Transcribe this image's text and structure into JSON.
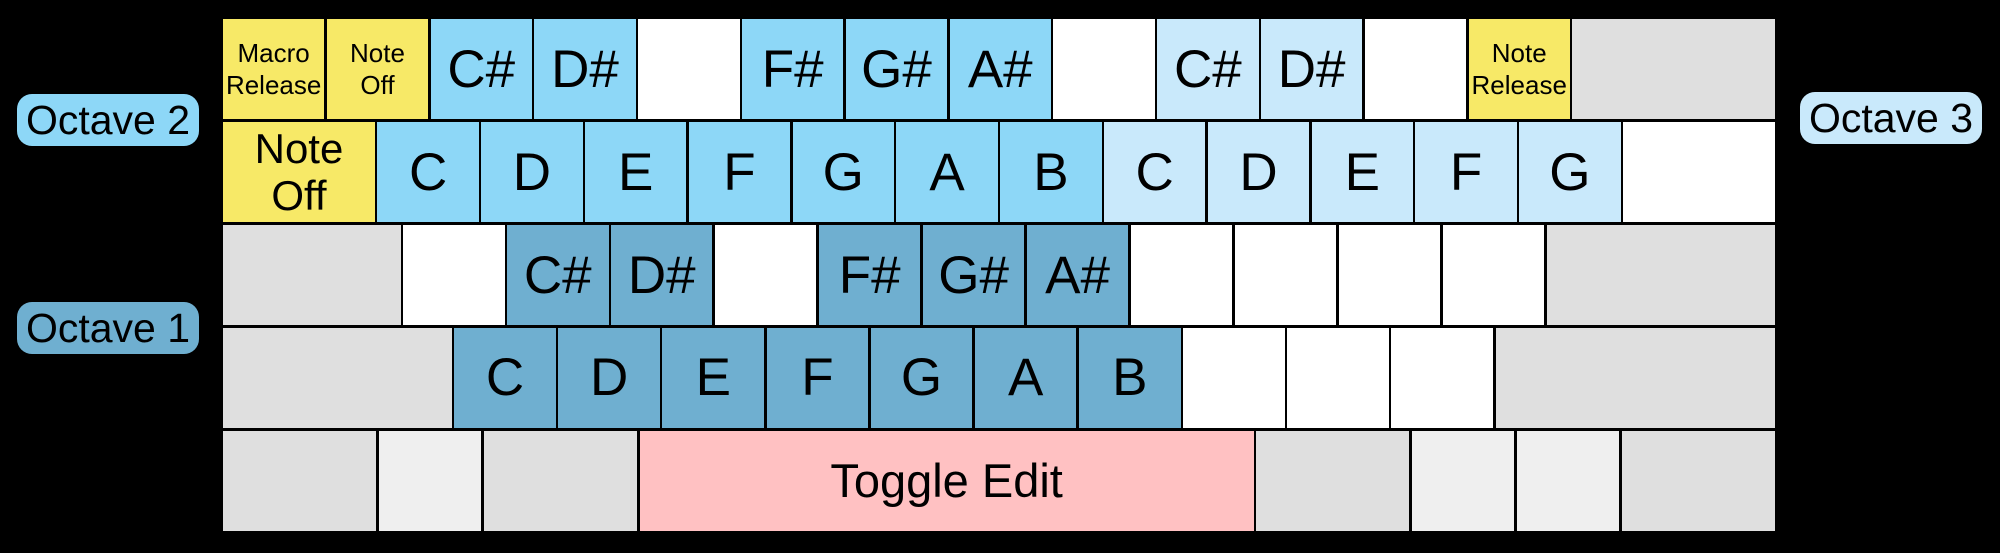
{
  "colors": {
    "background": "#000000",
    "key_text": "#000000",
    "yellow": "#F7E967",
    "octave1_blue": "#6FAFD0",
    "octave2_blue": "#8DD7F7",
    "octave3_blue": "#C9E9FB",
    "gray": "#DFDFDF",
    "gray_light": "#EFEFEF",
    "pink": "#FFC1C2",
    "white": "#FFFFFF"
  },
  "badges": {
    "octave1": {
      "label": "Octave 1"
    },
    "octave2": {
      "label": "Octave 2"
    },
    "octave3": {
      "label": "Octave 3"
    }
  },
  "keyboard": {
    "rows": [
      {
        "name": "number-row",
        "keys": [
          {
            "u": 1,
            "color": "yellow",
            "style": "small",
            "label": "Macro\nRelease",
            "name": "key-macro-release"
          },
          {
            "u": 1,
            "color": "yellow",
            "style": "small",
            "label": "Note\nOff",
            "name": "key-note-off-top"
          },
          {
            "u": 1,
            "color": "octave2",
            "style": "note",
            "label": "C#",
            "name": "key-csharp-octave2"
          },
          {
            "u": 1,
            "color": "octave2",
            "style": "note",
            "label": "D#",
            "name": "key-dsharp-octave2"
          },
          {
            "u": 1,
            "color": "white",
            "label": "",
            "name": "key-unmapped"
          },
          {
            "u": 1,
            "color": "octave2",
            "style": "note",
            "label": "F#",
            "name": "key-fsharp-octave2"
          },
          {
            "u": 1,
            "color": "octave2",
            "style": "note",
            "label": "G#",
            "name": "key-gsharp-octave2"
          },
          {
            "u": 1,
            "color": "octave2",
            "style": "note",
            "label": "A#",
            "name": "key-asharp-octave2"
          },
          {
            "u": 1,
            "color": "white",
            "label": "",
            "name": "key-unmapped"
          },
          {
            "u": 1,
            "color": "octave3",
            "style": "note",
            "label": "C#",
            "name": "key-csharp-octave3"
          },
          {
            "u": 1,
            "color": "octave3",
            "style": "note",
            "label": "D#",
            "name": "key-dsharp-octave3"
          },
          {
            "u": 1,
            "color": "white",
            "label": "",
            "name": "key-unmapped"
          },
          {
            "u": 1,
            "color": "yellow",
            "style": "small",
            "label": "Note\nRelease",
            "name": "key-note-release"
          },
          {
            "u": 2,
            "color": "gray",
            "label": "",
            "name": "key-modifier-unmapped"
          }
        ]
      },
      {
        "name": "top-letter-row",
        "keys": [
          {
            "u": 1.5,
            "color": "yellow",
            "style": "tab",
            "label": "Note\nOff",
            "name": "key-note-off"
          },
          {
            "u": 1,
            "color": "octave2",
            "style": "note",
            "label": "C",
            "name": "key-c-octave2"
          },
          {
            "u": 1,
            "color": "octave2",
            "style": "note",
            "label": "D",
            "name": "key-d-octave2"
          },
          {
            "u": 1,
            "color": "octave2",
            "style": "note",
            "label": "E",
            "name": "key-e-octave2"
          },
          {
            "u": 1,
            "color": "octave2",
            "style": "note",
            "label": "F",
            "name": "key-f-octave2"
          },
          {
            "u": 1,
            "color": "octave2",
            "style": "note",
            "label": "G",
            "name": "key-g-octave2"
          },
          {
            "u": 1,
            "color": "octave2",
            "style": "note",
            "label": "A",
            "name": "key-a-octave2"
          },
          {
            "u": 1,
            "color": "octave2",
            "style": "note",
            "label": "B",
            "name": "key-b-octave2"
          },
          {
            "u": 1,
            "color": "octave3",
            "style": "note",
            "label": "C",
            "name": "key-c-octave3"
          },
          {
            "u": 1,
            "color": "octave3",
            "style": "note",
            "label": "D",
            "name": "key-d-octave3"
          },
          {
            "u": 1,
            "color": "octave3",
            "style": "note",
            "label": "E",
            "name": "key-e-octave3"
          },
          {
            "u": 1,
            "color": "octave3",
            "style": "note",
            "label": "F",
            "name": "key-f-octave3"
          },
          {
            "u": 1,
            "color": "octave3",
            "style": "note",
            "label": "G",
            "name": "key-g-octave3"
          },
          {
            "u": 1.5,
            "color": "white",
            "label": "",
            "name": "key-unmapped"
          }
        ]
      },
      {
        "name": "home-row",
        "keys": [
          {
            "u": 1.75,
            "color": "gray",
            "label": "",
            "name": "key-modifier-unmapped"
          },
          {
            "u": 1,
            "color": "white",
            "label": "",
            "name": "key-unmapped"
          },
          {
            "u": 1,
            "color": "octave1",
            "style": "note",
            "label": "C#",
            "name": "key-csharp-octave1"
          },
          {
            "u": 1,
            "color": "octave1",
            "style": "note",
            "label": "D#",
            "name": "key-dsharp-octave1"
          },
          {
            "u": 1,
            "color": "white",
            "label": "",
            "name": "key-unmapped"
          },
          {
            "u": 1,
            "color": "octave1",
            "style": "note",
            "label": "F#",
            "name": "key-fsharp-octave1"
          },
          {
            "u": 1,
            "color": "octave1",
            "style": "note",
            "label": "G#",
            "name": "key-gsharp-octave1"
          },
          {
            "u": 1,
            "color": "octave1",
            "style": "note",
            "label": "A#",
            "name": "key-asharp-octave1"
          },
          {
            "u": 1,
            "color": "white",
            "label": "",
            "name": "key-unmapped"
          },
          {
            "u": 1,
            "color": "white",
            "label": "",
            "name": "key-unmapped"
          },
          {
            "u": 1,
            "color": "white",
            "label": "",
            "name": "key-unmapped"
          },
          {
            "u": 1,
            "color": "white",
            "label": "",
            "name": "key-unmapped"
          },
          {
            "u": 2.25,
            "color": "gray",
            "label": "",
            "name": "key-modifier-unmapped"
          }
        ]
      },
      {
        "name": "bottom-letter-row",
        "keys": [
          {
            "u": 2.25,
            "color": "gray",
            "label": "",
            "name": "key-modifier-unmapped"
          },
          {
            "u": 1,
            "color": "octave1",
            "style": "note",
            "label": "C",
            "name": "key-c-octave1"
          },
          {
            "u": 1,
            "color": "octave1",
            "style": "note",
            "label": "D",
            "name": "key-d-octave1"
          },
          {
            "u": 1,
            "color": "octave1",
            "style": "note",
            "label": "E",
            "name": "key-e-octave1"
          },
          {
            "u": 1,
            "color": "octave1",
            "style": "note",
            "label": "F",
            "name": "key-f-octave1"
          },
          {
            "u": 1,
            "color": "octave1",
            "style": "note",
            "label": "G",
            "name": "key-g-octave1"
          },
          {
            "u": 1,
            "color": "octave1",
            "style": "note",
            "label": "A",
            "name": "key-a-octave1"
          },
          {
            "u": 1,
            "color": "octave1",
            "style": "note",
            "label": "B",
            "name": "key-b-octave1"
          },
          {
            "u": 1,
            "color": "white",
            "label": "",
            "name": "key-unmapped"
          },
          {
            "u": 1,
            "color": "white",
            "label": "",
            "name": "key-unmapped"
          },
          {
            "u": 1,
            "color": "white",
            "label": "",
            "name": "key-unmapped"
          },
          {
            "u": 2.75,
            "color": "gray",
            "label": "",
            "name": "key-modifier-unmapped"
          }
        ]
      },
      {
        "name": "space-row",
        "keys": [
          {
            "u": 1.5,
            "color": "gray",
            "label": "",
            "name": "key-modifier-unmapped"
          },
          {
            "u": 1,
            "color": "gray-light",
            "label": "",
            "name": "key-modifier-unmapped"
          },
          {
            "u": 1.5,
            "color": "gray",
            "label": "",
            "name": "key-modifier-unmapped"
          },
          {
            "u": 6,
            "color": "pink",
            "style": "space",
            "label": "Toggle Edit",
            "name": "key-toggle-edit"
          },
          {
            "u": 1.5,
            "color": "gray",
            "label": "",
            "name": "key-modifier-unmapped"
          },
          {
            "u": 1,
            "color": "gray-light",
            "label": "",
            "name": "key-modifier-unmapped"
          },
          {
            "u": 1,
            "color": "gray-light",
            "label": "",
            "name": "key-modifier-unmapped"
          },
          {
            "u": 1.5,
            "color": "gray",
            "label": "",
            "name": "key-modifier-unmapped"
          }
        ]
      }
    ]
  }
}
